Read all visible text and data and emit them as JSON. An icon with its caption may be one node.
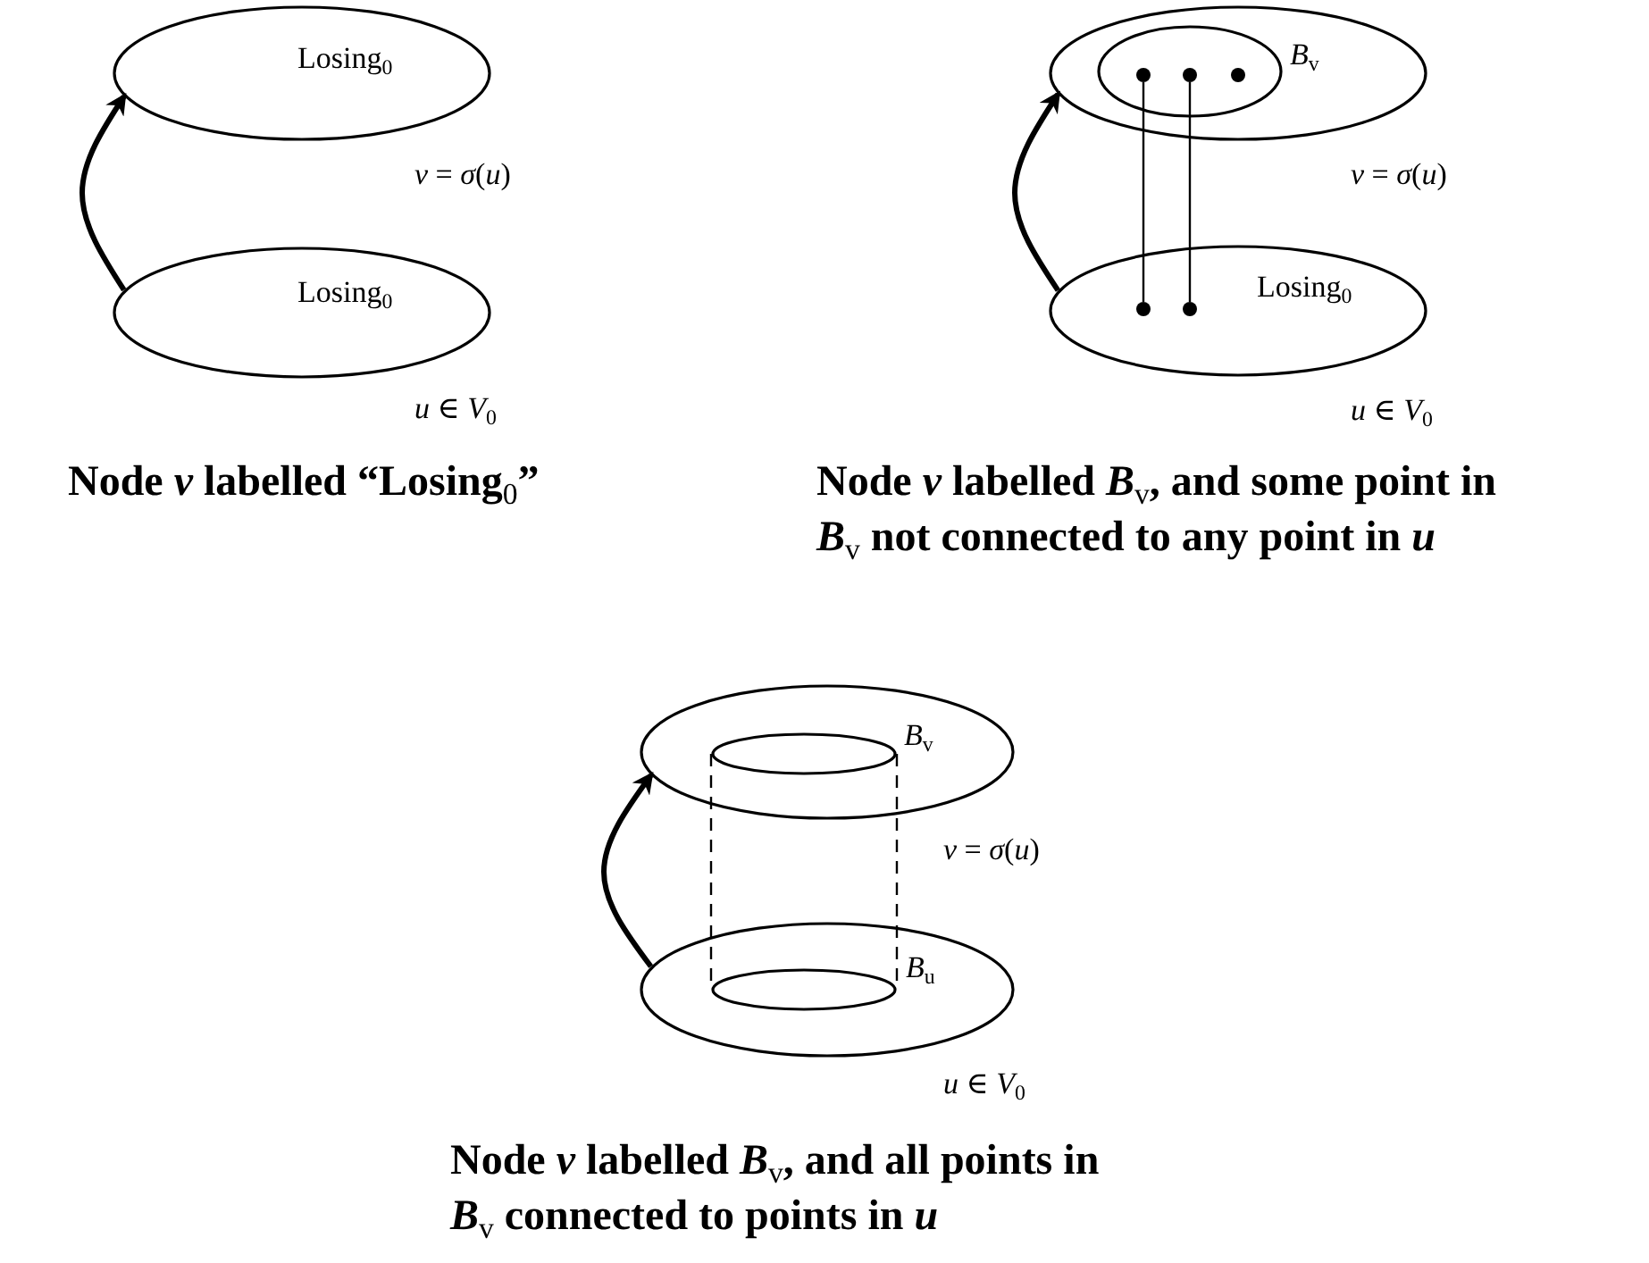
{
  "diagram": {
    "nodes": [
      {
        "text": [
          "Losing$_{0}$"
        ],
        "beside": [
          "*v* = *σ*(*u*)"
        ]
      },
      {
        "text": [
          "Losing$_{0}$"
        ],
        "beside": [
          "*u* ∈ *V*$_{0}$"
        ]
      },
      {
        "text": [],
        "shape": "ellipse",
        "beside": [
          "*v* = *σ*(*u*)"
        ]
      },
      {
        "text": [
          "*B*$_{v}$"
        ],
        "in": 2
      },
      {
        "text": [],
        "shape": "dot",
        "in": 3
      },
      {
        "text": [],
        "shape": "dot",
        "in": 3
      },
      {
        "text": [],
        "shape": "dot",
        "in": 3
      },
      {
        "text": [
          "Losing$_{0}$"
        ],
        "beside": [
          "*u* ∈ *V*$_{0}$"
        ]
      },
      {
        "text": [],
        "shape": "dot",
        "in": 7
      },
      {
        "text": [],
        "shape": "dot",
        "in": 7
      },
      {
        "text": [],
        "shape": "ellipse",
        "beside": [
          "*v* = *σ*(*u*)"
        ]
      },
      {
        "text": [
          "*B*$_{v}$"
        ],
        "in": 10
      },
      {
        "text": [],
        "shape": "ellipse",
        "beside": [
          "*u* ∈ *V*$_{0}$"
        ]
      },
      {
        "text": [
          "*B*$_{u}$"
        ],
        "in": 12
      }
    ],
    "edges": [
      {
        "from": 1,
        "to": 0,
        "arrow": "to",
        "style": "thick"
      },
      {
        "from": 7,
        "to": 2,
        "arrow": "to",
        "style": "thick"
      },
      {
        "from": 4,
        "to": 8,
        "arrow": "none"
      },
      {
        "from": 5,
        "to": 9,
        "arrow": "none"
      },
      {
        "from": 12,
        "to": 10,
        "arrow": "to",
        "style": "thick"
      },
      {
        "from": 11,
        "to": 13,
        "arrow": "none",
        "style": "dashed"
      },
      {
        "from": 11,
        "to": 13,
        "arrow": "none",
        "style": "dashed"
      }
    ],
    "labels": [
      "Node *v* labelled “Losing$_{0}$”",
      "Node *v* labelled *B*$_{v}$, and some point in *B*$_{v}$ not connected to any point in *u*",
      "Node *v* labelled *B*$_{v}$, and all points in *B*$_{v}$ connected to points in *u*"
    ]
  }
}
